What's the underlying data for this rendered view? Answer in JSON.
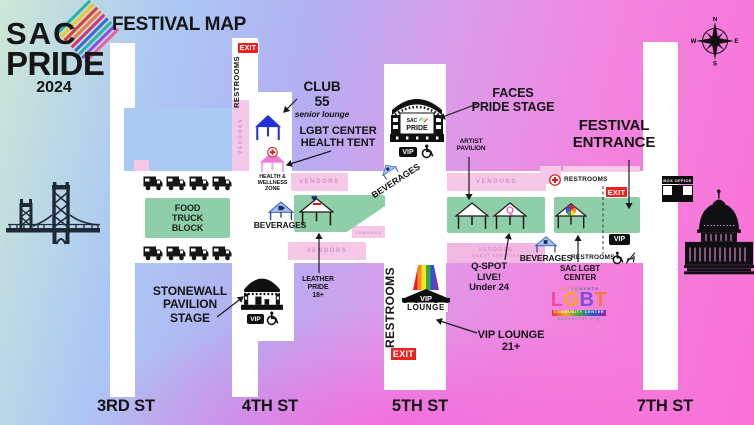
{
  "brand": {
    "sac": "SAC",
    "pride": "PRIDE",
    "year": "2024"
  },
  "title": "FESTIVAL MAP",
  "compass": {
    "n": "N",
    "e": "E",
    "s": "S",
    "w": "W"
  },
  "streets": {
    "third": "3RD ST",
    "fourth": "4TH ST",
    "fifth": "5TH ST",
    "seventh": "7TH ST"
  },
  "signs": {
    "exit": "EXIT",
    "vip": "VIP",
    "lounge": "LOUNGE",
    "restrooms": "RESTROOMS",
    "beverages": "BEVERAGES",
    "vendors": "VENDORS",
    "guest_line1": "VENDORS",
    "guest_line2": "GUEST SERVICES",
    "box_office": "BOX OFFICE",
    "q": "Q"
  },
  "callouts": {
    "club55": {
      "line1": "CLUB",
      "line2": "55",
      "sub": "senior lounge"
    },
    "health_tent": {
      "line1": "LGBT CENTER",
      "line2": "HEALTH TENT"
    },
    "wellness": {
      "line1": "HEALTH &",
      "line2": "WELLNESS",
      "line3": "ZONE"
    },
    "faces": {
      "line1": "FACES",
      "line2": "PRIDE STAGE"
    },
    "artist": {
      "line1": "ARTIST",
      "line2": "PAVILION"
    },
    "entrance": {
      "line1": "FESTIVAL",
      "line2": "ENTRANCE"
    },
    "food_truck": {
      "line1": "FOOD",
      "line2": "TRUCK",
      "line3": "BLOCK"
    },
    "stonewall": {
      "line1": "STONEWALL",
      "line2": "PAVILION",
      "line3": "STAGE"
    },
    "leather": {
      "line1": "LEATHER",
      "line2": "PRIDE",
      "line3": "18+"
    },
    "qspot": {
      "line1": "Q-SPOT",
      "line2": "LIVE!",
      "line3": "Under 24"
    },
    "sac_lgbt": {
      "line1": "SAC LGBT",
      "line2": "CENTER"
    },
    "vip_lounge": {
      "line1": "VIP LOUNGE",
      "line2": "21+"
    }
  },
  "stage_logo": {
    "sac": "SAC",
    "pride": "PRIDE"
  },
  "lgbt_center_logo": {
    "top": "SACRAMENTO",
    "l": "L",
    "g": "G",
    "b": "B",
    "t": "T",
    "sub": "COMMUNITY CENTER",
    "url": "saccenter.org"
  },
  "colors": {
    "exit_red": "#e7241d",
    "area_green": "#8ecfa9",
    "vendor_pink": "#f5c8e8",
    "block_blue": "#abcaf3",
    "club_tent_blue": "#2331d8",
    "health_pink": "#f07ad6",
    "qspot_pink": "#f358c8",
    "magenta": "#fa70d7"
  }
}
